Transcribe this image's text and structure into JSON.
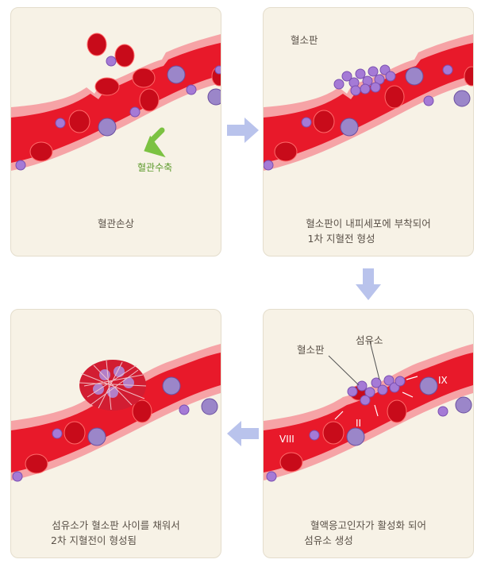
{
  "panels": [
    {
      "caption": [
        "혈관손상"
      ],
      "annotation": "혈관수축"
    },
    {
      "caption": [
        "혈소판이 내피세포에 부착되어",
        "1차 지혈전 형성"
      ],
      "annotation": "혈소판"
    },
    {
      "caption": [
        "혈액응고인자가 활성화 되어",
        "섬유소 생성"
      ],
      "annotations": {
        "platelet": "혈소판",
        "fibrin": "섬유소"
      },
      "factors": [
        "VIII",
        "II",
        "IX"
      ]
    },
    {
      "caption": [
        "섬유소가 혈소판 사이를 채워서",
        "2차 지혈전이 형성됨"
      ]
    }
  ],
  "colors": {
    "vessel": "#e8192a",
    "vessel_edge": "#f6a3a6",
    "platelet": "#a57ad6",
    "arrow": "#b9c3ec",
    "green_arrow": "#7cc242",
    "panel_bg": "#f7f2e6"
  }
}
